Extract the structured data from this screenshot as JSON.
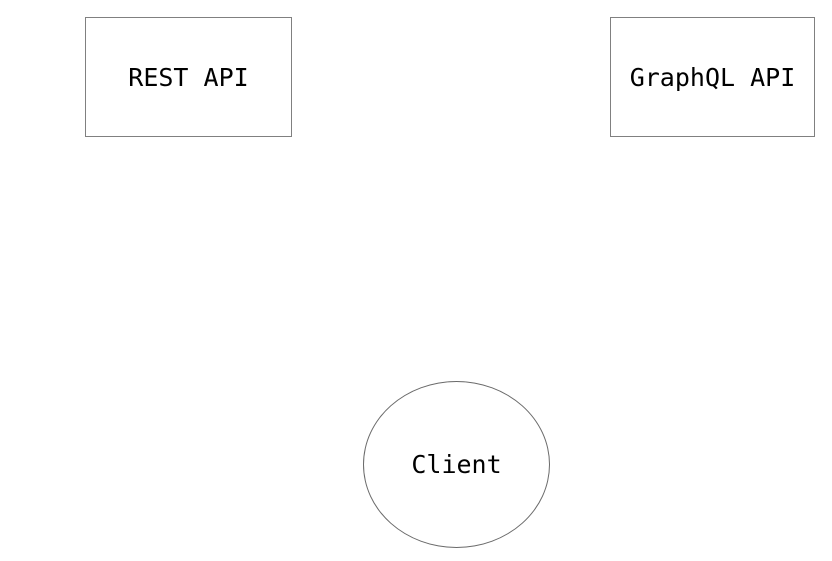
{
  "diagram": {
    "background_color": "#ffffff",
    "rect_stroke_color": "#808080",
    "ellipse_stroke_color": "#6a6a6a",
    "text_color": "#000000",
    "nodes": [
      {
        "id": "rest-api",
        "label": "REST API",
        "shape": "rectangle"
      },
      {
        "id": "graphql-api",
        "label": "GraphQL API",
        "shape": "rectangle"
      },
      {
        "id": "client",
        "label": "Client",
        "shape": "ellipse"
      }
    ]
  }
}
